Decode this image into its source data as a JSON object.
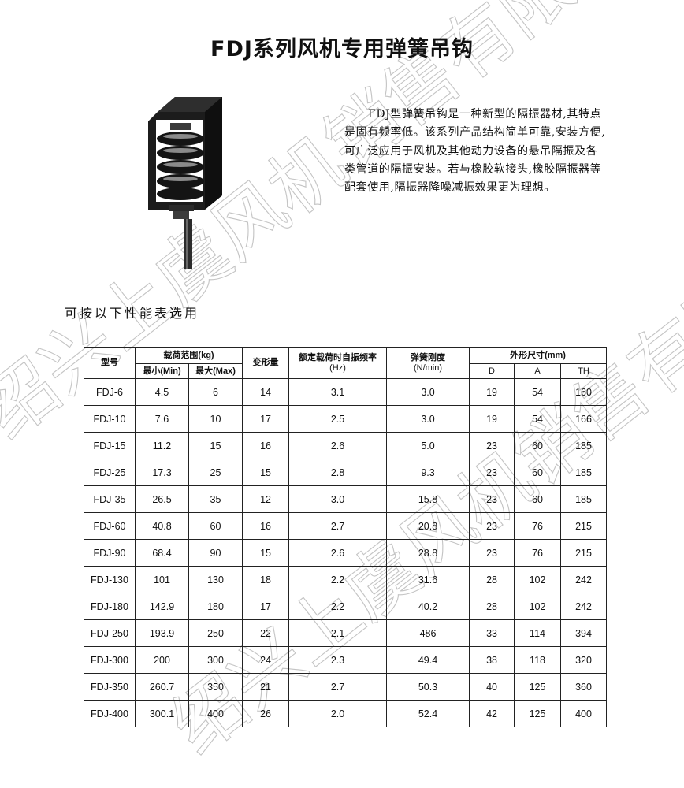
{
  "title": "FDJ系列风机专用弹簧吊钩",
  "intro": [
    "FDJ型弹簧吊钩是一种新型的隔振器材,其特点是固有频率低。该系列产品结构简单可靠,安装方便,可广泛应用于风机及其他动力设备的悬吊隔振及各类管道的隔振安装。若与橡胶软接头,橡胶隔振器等配套使用,隔振器降噪减振效果更为理想。"
  ],
  "select_note": "可按以下性能表选用",
  "watermark": "绍兴上虞风机销售有限公司",
  "table": {
    "headers": {
      "model": "型号",
      "load_range": "载荷范围(kg)",
      "load_min": "最小(Min)",
      "load_max": "最大(Max)",
      "deformation": "变形量",
      "freq": "额定载荷时自振频率",
      "freq_unit": "(Hz)",
      "stiffness": "弹簧刚度",
      "stiffness_unit": "(N/min)",
      "dims": "外形尺寸(mm)",
      "dim_d": "D",
      "dim_a": "A",
      "dim_th": "TH"
    },
    "rows": [
      [
        "FDJ-6",
        "4.5",
        "6",
        "14",
        "3.1",
        "3.0",
        "19",
        "54",
        "160"
      ],
      [
        "FDJ-10",
        "7.6",
        "10",
        "17",
        "2.5",
        "3.0",
        "19",
        "54",
        "166"
      ],
      [
        "FDJ-15",
        "11.2",
        "15",
        "16",
        "2.6",
        "5.0",
        "23",
        "60",
        "185"
      ],
      [
        "FDJ-25",
        "17.3",
        "25",
        "15",
        "2.8",
        "9.3",
        "23",
        "60",
        "185"
      ],
      [
        "FDJ-35",
        "26.5",
        "35",
        "12",
        "3.0",
        "15.8",
        "23",
        "60",
        "185"
      ],
      [
        "FDJ-60",
        "40.8",
        "60",
        "16",
        "2.7",
        "20.8",
        "23",
        "76",
        "215"
      ],
      [
        "FDJ-90",
        "68.4",
        "90",
        "15",
        "2.6",
        "28.8",
        "23",
        "76",
        "215"
      ],
      [
        "FDJ-130",
        "101",
        "130",
        "18",
        "2.2",
        "31.6",
        "28",
        "102",
        "242"
      ],
      [
        "FDJ-180",
        "142.9",
        "180",
        "17",
        "2.2",
        "40.2",
        "28",
        "102",
        "242"
      ],
      [
        "FDJ-250",
        "193.9",
        "250",
        "22",
        "2.1",
        "486",
        "33",
        "114",
        "394"
      ],
      [
        "FDJ-300",
        "200",
        "300",
        "24",
        "2.3",
        "49.4",
        "38",
        "118",
        "320"
      ],
      [
        "FDJ-350",
        "260.7",
        "350",
        "21",
        "2.7",
        "50.3",
        "40",
        "125",
        "360"
      ],
      [
        "FDJ-400",
        "300.1",
        "400",
        "26",
        "2.0",
        "52.4",
        "42",
        "125",
        "400"
      ]
    ]
  }
}
